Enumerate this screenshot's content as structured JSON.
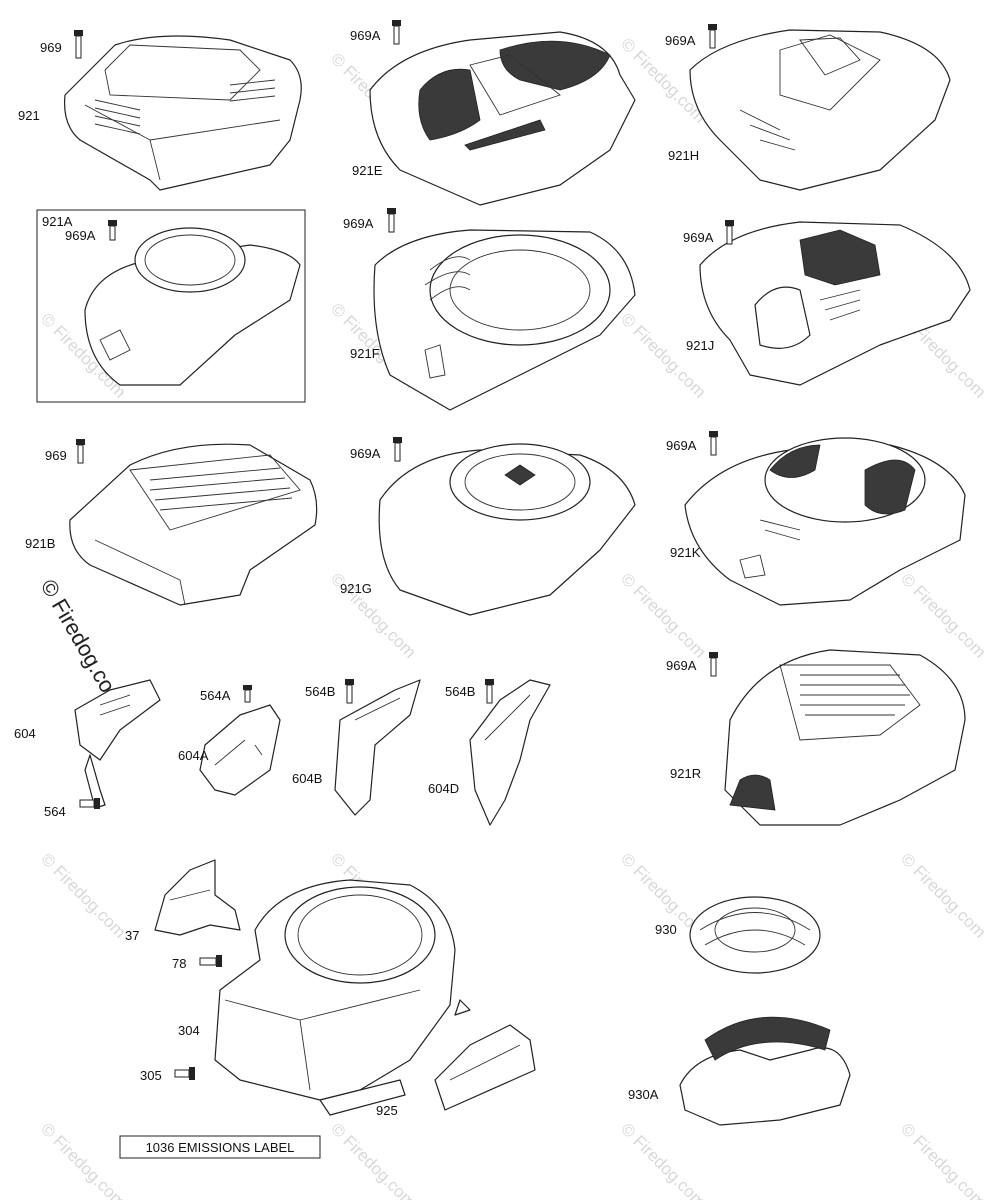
{
  "watermark": {
    "text": "© Firedog.com",
    "side_text": "© Firedog.com"
  },
  "emissions_label": "1036 EMISSIONS LABEL",
  "callouts": {
    "p969_a": "969",
    "p921": "921",
    "p969A_b": "969A",
    "p921E": "921E",
    "p969A_c": "969A",
    "p921H": "921H",
    "p921A_box": "921A",
    "p969A_d": "969A",
    "p969A_e": "969A",
    "p921F": "921F",
    "p969A_f": "969A",
    "p921J": "921J",
    "p969_g": "969",
    "p921B": "921B",
    "p969A_h": "969A",
    "p921G": "921G",
    "p969A_i": "969A",
    "p921K": "921K",
    "p604": "604",
    "p564": "564",
    "p564A": "564A",
    "p604A": "604A",
    "p564B_1": "564B",
    "p604B": "604B",
    "p564B_2": "564B",
    "p604D": "604D",
    "p969A_j": "969A",
    "p921R": "921R",
    "p37": "37",
    "p78": "78",
    "p304": "304",
    "p305": "305",
    "p925": "925",
    "p930": "930",
    "p930A": "930A"
  }
}
